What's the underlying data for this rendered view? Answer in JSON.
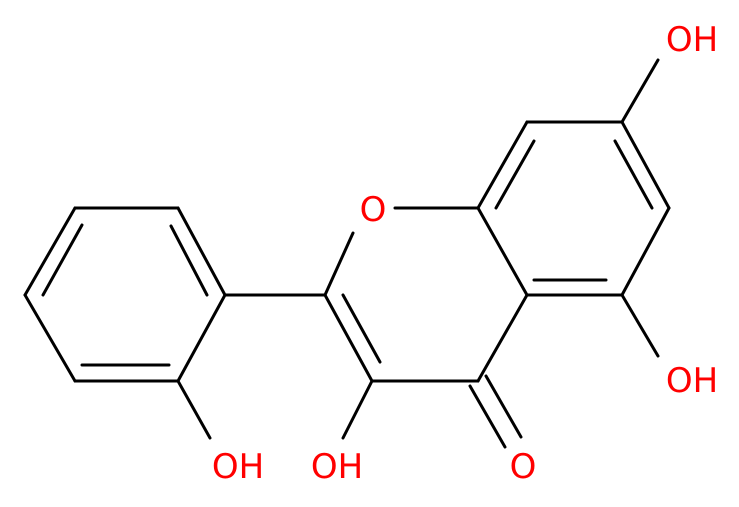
{
  "atoms": [
    {
      "id": "oh_7",
      "label": "OH"
    },
    {
      "id": "o_ring",
      "label": "O"
    },
    {
      "id": "oh_5",
      "label": "OH"
    },
    {
      "id": "oh_2prime",
      "label": "OH"
    },
    {
      "id": "oh_3",
      "label": "OH"
    },
    {
      "id": "o_carbonyl",
      "label": "O"
    }
  ],
  "colors": {
    "bond": "#000000",
    "heteroatom": "#ff0000"
  }
}
